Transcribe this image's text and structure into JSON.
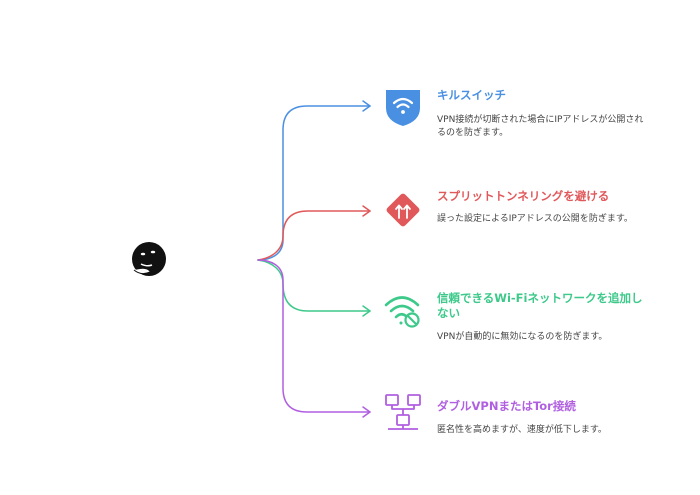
{
  "colors": {
    "blue": "#4a90e2",
    "red": "#e0585a",
    "green": "#3cc98a",
    "purple": "#b05fe0",
    "text": "#444444"
  },
  "center_icon": "thinking-face-icon",
  "items": [
    {
      "title": "キルスイッチ",
      "desc": "VPN接続が切断された場合にIPアドレスが公開されるのを防ぎます。",
      "icon": "wifi-shield-icon"
    },
    {
      "title": "スプリットトンネリングを避ける",
      "desc": "誤った設定によるIPアドレスの公開を防ぎます。",
      "icon": "split-arrows-icon"
    },
    {
      "title": "信頼できるWi-Fiネットワークを追加しない",
      "desc": "VPNが自動的に無効になるのを防ぎます。",
      "icon": "wifi-off-icon"
    },
    {
      "title": "ダブルVPNまたはTor接続",
      "desc": "匿名性を高めますが、速度が低下します。",
      "icon": "network-icon"
    }
  ]
}
